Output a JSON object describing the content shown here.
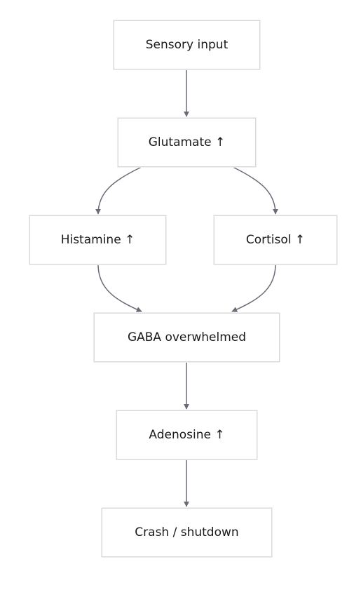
{
  "colors": {
    "edge": "#6b6b78",
    "node_border": "#d9d9d9",
    "node_fill": "#ffffff",
    "text": "#1a1a1a",
    "background": "#ffffff"
  },
  "nodes": {
    "sensory": {
      "label": "Sensory input"
    },
    "glutamate": {
      "label": "Glutamate ↑"
    },
    "histamine": {
      "label": "Histamine ↑"
    },
    "cortisol": {
      "label": "Cortisol ↑"
    },
    "gaba": {
      "label": "GABA overwhelmed"
    },
    "adenosine": {
      "label": "Adenosine ↑"
    },
    "crash": {
      "label": "Crash / shutdown"
    }
  },
  "edges": [
    {
      "from": "sensory",
      "to": "glutamate"
    },
    {
      "from": "glutamate",
      "to": "histamine"
    },
    {
      "from": "glutamate",
      "to": "cortisol"
    },
    {
      "from": "histamine",
      "to": "gaba"
    },
    {
      "from": "cortisol",
      "to": "gaba"
    },
    {
      "from": "gaba",
      "to": "adenosine"
    },
    {
      "from": "adenosine",
      "to": "crash"
    }
  ]
}
